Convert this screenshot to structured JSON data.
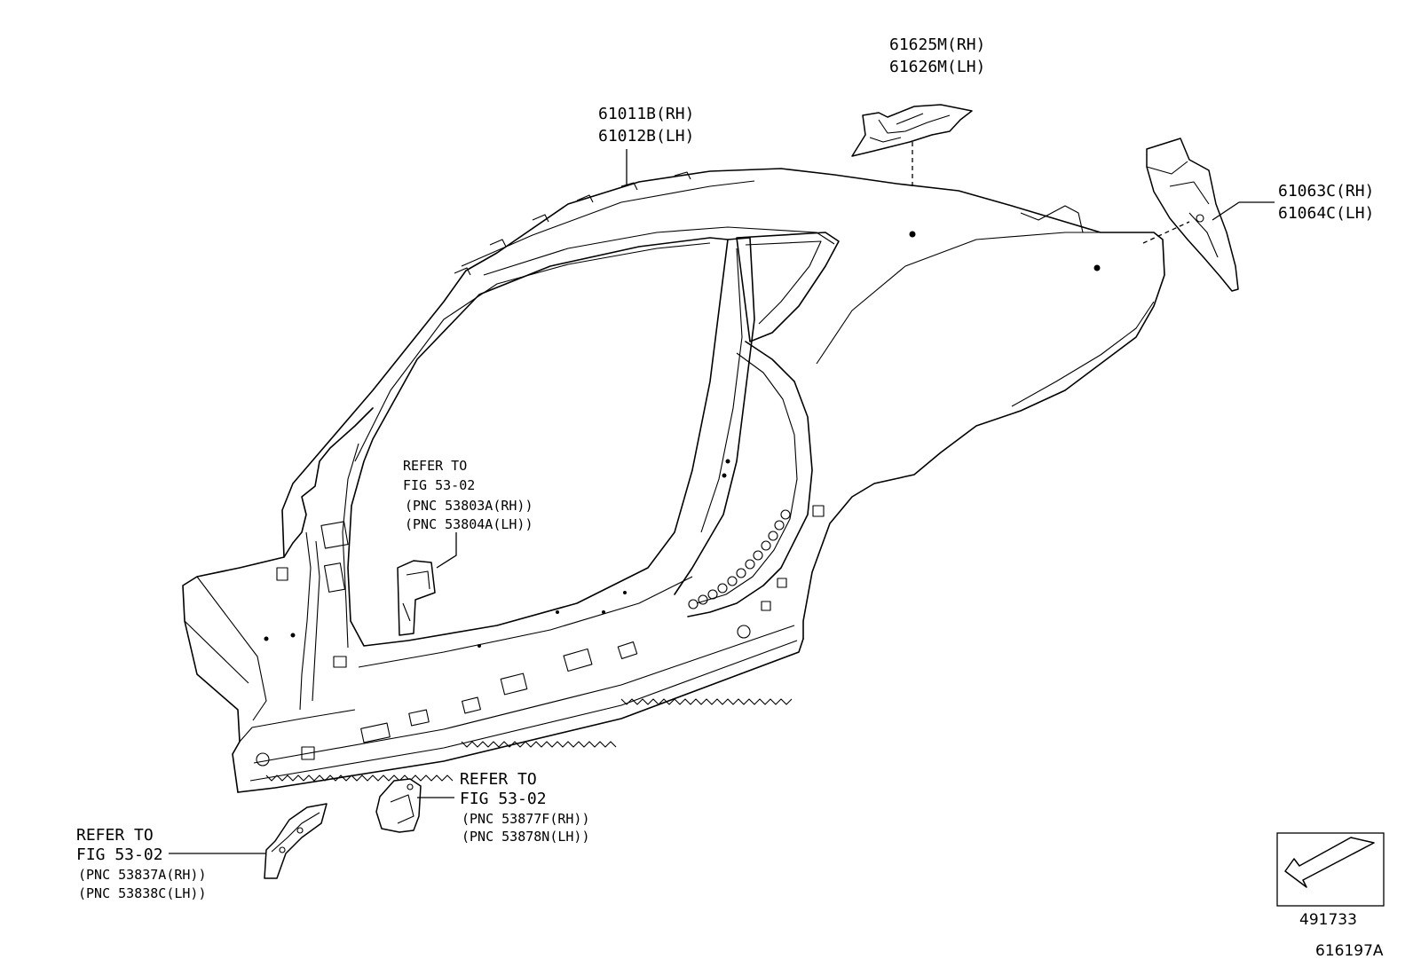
{
  "callouts": {
    "p61011": {
      "line1": "61011B(RH)",
      "line2": "61012B(LH)"
    },
    "p61625": {
      "line1": "61625M(RH)",
      "line2": "61626M(LH)"
    },
    "p61063": {
      "line1": "61063C(RH)",
      "line2": "61064C(LH)"
    }
  },
  "refs": {
    "center": {
      "line1": "REFER TO",
      "line2": "FIG 53-02",
      "line3": "(PNC 53803A(RH))",
      "line4": "(PNC 53804A(LH))"
    },
    "lower_mid": {
      "line1": "REFER TO",
      "line2": "FIG 53-02",
      "line3": "(PNC 53877F(RH))",
      "line4": "(PNC 53878N(LH))"
    },
    "lower_left": {
      "line1": "REFER TO",
      "line2": "FIG 53-02",
      "line3": "(PNC 53837A(RH))",
      "line4": "(PNC 53838C(LH))"
    }
  },
  "orientation_box": {
    "code": "491733"
  },
  "figure_code": "616197A"
}
